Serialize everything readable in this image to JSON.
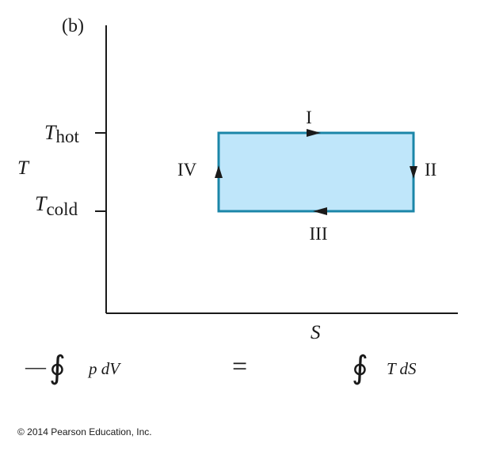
{
  "panel_label": "(b)",
  "axes": {
    "y_symbol": "T",
    "x_symbol": "S",
    "tick_hot": {
      "symbol": "T",
      "subscript": "hot"
    },
    "tick_cold": {
      "symbol": "T",
      "subscript": "cold"
    }
  },
  "cycle": {
    "fill_color": "#bfe6fa",
    "stroke_color": "#1b86a8",
    "arrow_color": "#1a1a1a",
    "legs": [
      {
        "roman": "I"
      },
      {
        "roman": "II"
      },
      {
        "roman": "III"
      },
      {
        "roman": "IV"
      }
    ]
  },
  "equation": {
    "lhs": {
      "minus": "—",
      "integral": "∮",
      "integrand": "p dV"
    },
    "equals": "=",
    "rhs": {
      "integral": "∮",
      "integrand": "T dS"
    }
  },
  "copyright": "© 2014 Pearson Education, Inc."
}
